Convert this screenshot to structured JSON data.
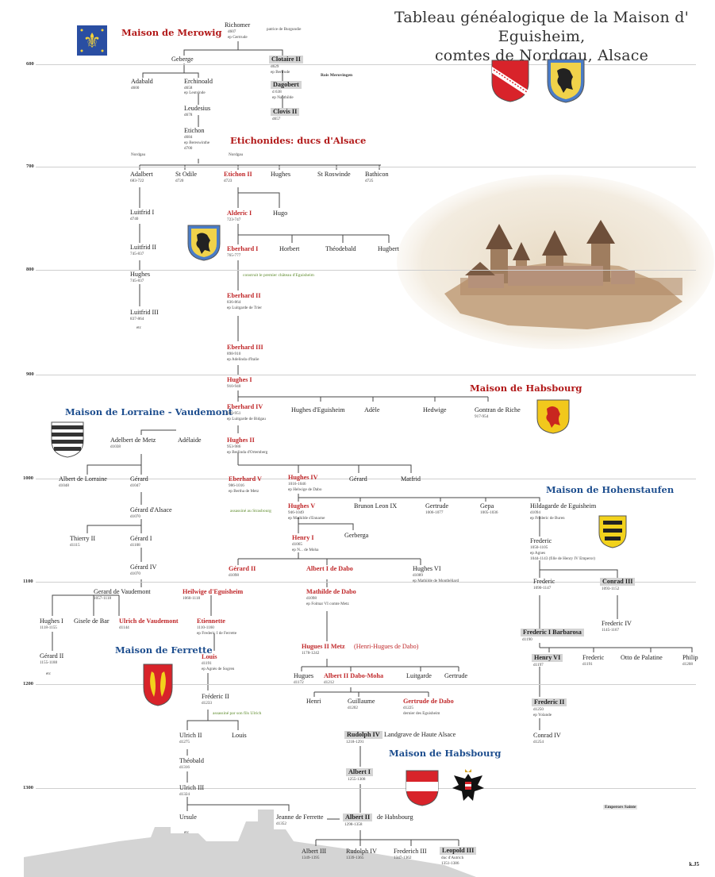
{
  "title": {
    "line1": "Tableau généalogique de la Maison d' Eguisheim,",
    "line2": "comtes de Nordgau, Alsace"
  },
  "houses": {
    "merowig": "Maison de Merowig",
    "etichonides": "Etichonides: ducs d'Alsace",
    "habsbourg_1": "Maison de Habsbourg",
    "lorraine": "Maison de Lorraine - Vaudemont",
    "hohenstaufen": "Maison de Hohenstaufen",
    "ferrette": "Maison de Ferrette",
    "habsbourg_2": "Maison de Habsbourg"
  },
  "years": [
    "600",
    "700",
    "800",
    "900",
    "1000",
    "1100",
    "1200",
    "1300"
  ],
  "labels": {
    "rois_merovingen": "Rois Merovingen",
    "nordgau_a": "Nordgau",
    "nordgau_b": "Nordgau",
    "emperors": "Emperors Sainte",
    "signature": "k.J5"
  },
  "notes": {
    "eguisheim_castle": "construit le premier château d'Eguisheim",
    "strasbourg": "assassiné au Strasbourg",
    "ulrich": "assassiné par son fils Ulrich"
  },
  "people": {
    "richomer": {
      "name": "Richomer",
      "d": "d607",
      "ep": "ep Gertrude",
      "title": "patrice de Burgundie"
    },
    "geberge": {
      "name": "Geberge"
    },
    "clotaire": {
      "name": "Clotaire II",
      "d": "d629",
      "ep": "ep Bertrude"
    },
    "dagobert": {
      "name": "Dagobert",
      "d": "d 638",
      "ep": "ep Nanthilde"
    },
    "clovis": {
      "name": "Clovis II",
      "d": "d657"
    },
    "adabald": {
      "name": "Adabald",
      "d": "d600"
    },
    "erchinoald": {
      "name": "Erchinoald",
      "d": "d658",
      "ep": "ep Leutsinde"
    },
    "leudesius": {
      "name": "Leudesius",
      "d": "d678"
    },
    "etichon": {
      "name": "Etichon",
      "d": "d684",
      "ep": "ep Bereswinthe",
      "d2": "d700"
    },
    "adalbert": {
      "name": "Adalbert",
      "d": "683-722"
    },
    "st_odile": {
      "name": "St Odile",
      "d": "d720"
    },
    "etichon2": {
      "name": "Etichon II",
      "d": "d723"
    },
    "hughes_a": {
      "name": "Hughes"
    },
    "st_roswinde": {
      "name": "St Roswinde"
    },
    "bathicon": {
      "name": "Bathicon",
      "d": "d725"
    },
    "luitfrid1": {
      "name": "Luitfrid I",
      "d": "d740"
    },
    "alderic": {
      "name": "Alderic I",
      "d": "723-747"
    },
    "hugo": {
      "name": "Hugo"
    },
    "luitfrid2": {
      "name": "Luitfrid II",
      "d": "745-837"
    },
    "eberhard1": {
      "name": "Eberhard I",
      "d": "765-777"
    },
    "horbert": {
      "name": "Horbert"
    },
    "theodebald": {
      "name": "Théodebald"
    },
    "hugbert": {
      "name": "Hugbert"
    },
    "hughes_b": {
      "name": "Hughes",
      "d": "745-837"
    },
    "eberhard2": {
      "name": "Eberhard II",
      "d": "836-864",
      "ep": "ep Luitgarde de Trier"
    },
    "luitfrid3": {
      "name": "Luitfrid III",
      "d": "837-864",
      "etc": "etc"
    },
    "eberhard3": {
      "name": "Eberhard III",
      "d": "898-910",
      "ep": "ep Adelinda d'Italie"
    },
    "hughes1": {
      "name": "Hughes I",
      "d": "910-940"
    },
    "eberhard4": {
      "name": "Eberhard IV",
      "d": "940-951",
      "ep": "ep Luitgarde de Bidgau"
    },
    "hughes_eg": {
      "name": "Hughes d'Eguisheim"
    },
    "adele": {
      "name": "Adèle"
    },
    "hedwige": {
      "name": "Hedwige"
    },
    "gontran": {
      "name": "Gontran de Riche",
      "d": "917-954"
    },
    "adelbert_metz": {
      "name": "Adelbert de Metz",
      "d": "d1038"
    },
    "adelaide": {
      "name": "Adélaide"
    },
    "hughes2": {
      "name": "Hughes II",
      "d": "953-986",
      "ep": "ep Berlinda d'Ortemberg"
    },
    "albert_lorraine": {
      "name": "Albert de Lorraine",
      "d": "d1048"
    },
    "gerard_a": {
      "name": "Gérard",
      "d": "d1047"
    },
    "eberhard5": {
      "name": "Eberhard V",
      "d": "986-1016",
      "ep": "ep Bertha de Metz"
    },
    "hughes4": {
      "name": "Hughes IV",
      "d": "1016-1046",
      "ep": "ep Helwige de Dabo"
    },
    "gerard_b": {
      "name": "Gérard"
    },
    "matfrid": {
      "name": "Matfrid"
    },
    "gerard_alsace": {
      "name": "Gérard d'Alsace",
      "d": "d1070"
    },
    "hughes5": {
      "name": "Hughes V",
      "d": "946-1049",
      "ep": "ep Mathilde s'Ennarne"
    },
    "brunon": {
      "name": "Brunon Leon IX"
    },
    "gertrude_a": {
      "name": "Gertrude",
      "d": "1006-1077"
    },
    "gepa": {
      "name": "Gepa",
      "d": "1005-1036"
    },
    "hildagarde": {
      "name": "Hildagarde de Eguisheim",
      "d": "d1094",
      "ep": "ep Frederic de Buren"
    },
    "thierry2": {
      "name": "Thierry II",
      "d": "d1115"
    },
    "gerard1": {
      "name": "Gérard I",
      "d": "d1108"
    },
    "henry1": {
      "name": "Henry I",
      "d": "d1065",
      "ep": "ep N... de Moha"
    },
    "gerberga": {
      "name": "Gerberga"
    },
    "frederic_a": {
      "name": "Frederic",
      "d": "1050-1105",
      "ep": "ep Agnes",
      "ep2": "1044-1143 (fille de Henry IV Emperor)"
    },
    "gerard4": {
      "name": "Gérard IV",
      "d": "d1070"
    },
    "gerard_vaudemont": {
      "name": "Gerard de Vaudemont",
      "d": "1057-1118"
    },
    "heilwige": {
      "name": "Heilwige d'Eguisheim",
      "d": "1060-1118"
    },
    "gerard2": {
      "name": "Gérard II",
      "d": "d1098"
    },
    "albert1_dabo": {
      "name": "Albert I de Dabo"
    },
    "hughes6": {
      "name": "Hughes VI",
      "d": "d1089",
      "ep": "ep Mathilde de Montbéliard"
    },
    "frederic_b": {
      "name": "Frederic",
      "d": "1090-1147"
    },
    "conrad3": {
      "name": "Conrad III",
      "d": "1093-1152"
    },
    "hughes_i": {
      "name": "Hughes I",
      "d": "1118-1155"
    },
    "gisele": {
      "name": "Gisele de Bar"
    },
    "ulrich_vaud": {
      "name": "Ulrich de Vaudemont",
      "d": "d1144"
    },
    "etiennette": {
      "name": "Etiennette",
      "d": "1110-1160",
      "ep": "ep Frederic I de Ferrette"
    },
    "mathilde_dabo": {
      "name": "Mathilde de Dabo",
      "d": "d1098",
      "ep": "ep Folmar VI comte Metz"
    },
    "frederic4": {
      "name": "Frederic IV",
      "d": "1145-1167"
    },
    "frederic_barb": {
      "name": "Frederic I Barbarosa",
      "d": "d1190"
    },
    "gerard2_b": {
      "name": "Gérard II",
      "d": "1155-1188",
      "etc": "etc"
    },
    "hugues2_metz": {
      "name": "Hugues II Metz",
      "alt": "(Henri-Hugues de Dabo)",
      "d": "1178-1242"
    },
    "louis_a": {
      "name": "Louis",
      "d": "d1191",
      "ep": "ep Agnès de Sogren"
    },
    "henry6": {
      "name": "Henry VI",
      "d": "d1197"
    },
    "frederic_c": {
      "name": "Frederic",
      "d": "d1191"
    },
    "otto": {
      "name": "Otto de Palatine"
    },
    "philip": {
      "name": "Philip",
      "d": "d1208"
    },
    "hugues_b": {
      "name": "Hugues",
      "d": "d1172"
    },
    "albert2_dabo": {
      "name": "Albert II Dabo-Moha",
      "d": "d1212"
    },
    "luitgarde": {
      "name": "Luitgarde"
    },
    "gertrude_b": {
      "name": "Gertrude"
    },
    "henri": {
      "name": "Henri"
    },
    "guillaume": {
      "name": "Guillaume",
      "d": "d1202"
    },
    "gertrude_dabo": {
      "name": "Gertrude de Dabo",
      "d": "d1225",
      "ep": "dernier des Eguisheim"
    },
    "frederic2_a": {
      "name": "Fréderic II",
      "d": "d1233"
    },
    "frederic2_b": {
      "name": "Frederic II",
      "d": "d1250",
      "ep": "ep Yolande"
    },
    "conrad4": {
      "name": "Conrad IV",
      "d": "d1254"
    },
    "ulrich2": {
      "name": "Ulrich II",
      "d": "d1275"
    },
    "louis_b": {
      "name": "Louis"
    },
    "rudolph4": {
      "name": "Rudolph IV",
      "title": "Landgrave de Haute Alsace",
      "d": "1218-1291"
    },
    "theobald": {
      "name": "Théobald",
      "d": "d1316"
    },
    "albert1": {
      "name": "Albert I",
      "d": "1255-1308"
    },
    "ulrich3": {
      "name": "Ulrich III",
      "d": "d1324"
    },
    "ursule": {
      "name": "Ursule",
      "etc": "etc"
    },
    "jeanne": {
      "name": "Jeanne de Ferrette",
      "d": "d1352"
    },
    "albert2": {
      "name": "Albert II",
      "title": "de Habsbourg",
      "d": "1298-1358"
    },
    "albert3": {
      "name": "Albert III",
      "d": "1349-1395"
    },
    "rudolph4b": {
      "name": "Rudolph IV",
      "d": "1339-1365"
    },
    "frederich3": {
      "name": "Frederich III",
      "d": "1347-1362"
    },
    "leopold3": {
      "name": "Leopold III",
      "ep": "duc d'Autrich",
      "d": "1351-1386"
    }
  },
  "colors": {
    "red_name": "#c0282a",
    "blue_house": "#1f4f8f",
    "box_gray": "#d4d4d4",
    "note_green": "#5c8a2a",
    "mountain": "#d0d0d0"
  }
}
